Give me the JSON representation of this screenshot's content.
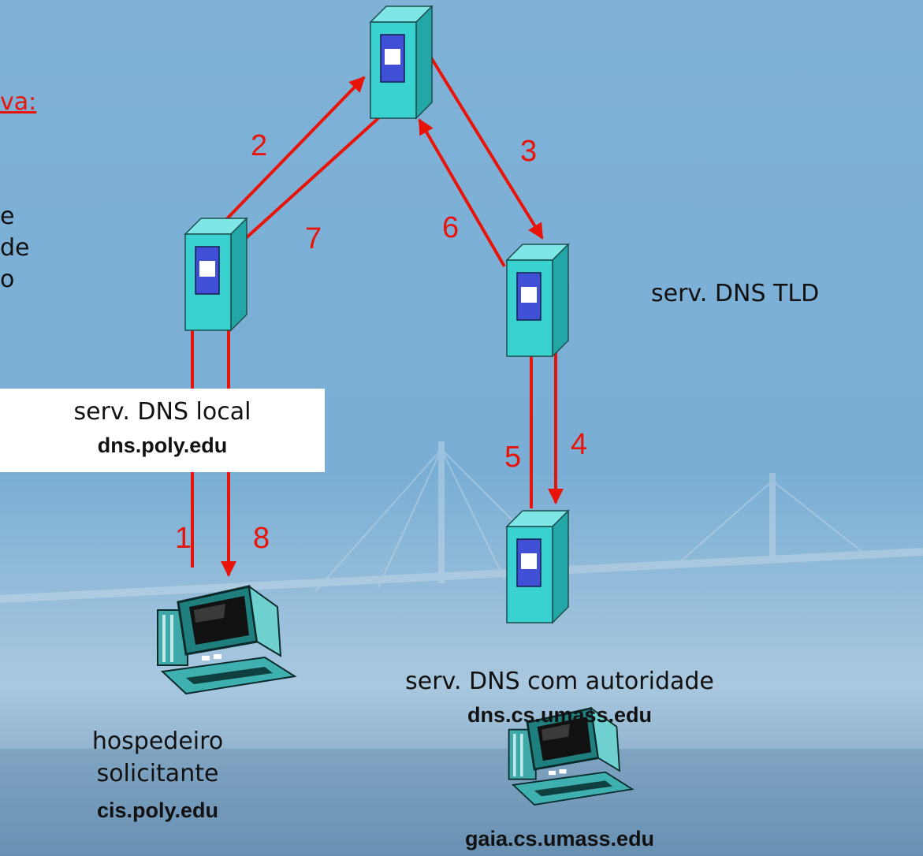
{
  "left_text": {
    "heading_fragment": "va:",
    "line1_fragment": "e",
    "line2_fragment": "de",
    "line3_fragment": "o"
  },
  "servers": {
    "tld": {
      "label": "serv. DNS TLD"
    },
    "local": {
      "label": "serv. DNS local",
      "host": "dns.poly.edu"
    },
    "authoritative": {
      "label": "serv. DNS com autoridade",
      "host": "dns.cs.umass.edu"
    }
  },
  "hosts": {
    "requesting": {
      "line1": "hospedeiro",
      "line2": "solicitante",
      "host": "cis.poly.edu"
    },
    "target": {
      "host": "gaia.cs.umass.edu"
    }
  },
  "steps": [
    "1",
    "2",
    "3",
    "4",
    "5",
    "6",
    "7",
    "8"
  ],
  "colors": {
    "arrow": "#e8140a",
    "server_face": "#3ad1d1",
    "server_side": "#22a6a6",
    "background": "#7fb0d6"
  }
}
